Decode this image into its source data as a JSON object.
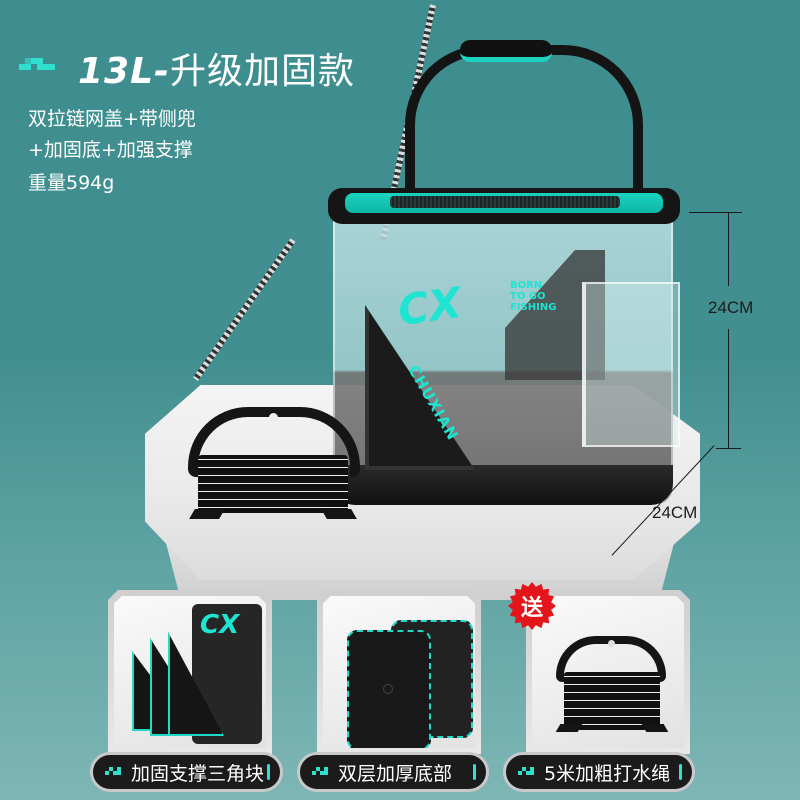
{
  "header": {
    "title_bold": "13L-",
    "title_rest": "升级加固款",
    "features": [
      "双拉链网盖+带侧兜",
      "+加固底+加强支撑",
      "重量594g"
    ]
  },
  "dimensions": {
    "height_label": "24CM",
    "depth_label": "24CM"
  },
  "product": {
    "brand_mark": "CX",
    "brand_name": "CHUXIAN",
    "slogan": [
      "BORN",
      "TO GO",
      "FISHING"
    ]
  },
  "cards": [
    {
      "label": "加固支撑三角块",
      "icon": "triangle-support-icon"
    },
    {
      "label": "双层加厚底部",
      "icon": "double-bottom-icon"
    },
    {
      "label": "5米加粗打水绳",
      "icon": "rope-reel-icon",
      "badge": "送"
    }
  ],
  "colors": {
    "background": "#3e8e8f",
    "accent": "#1de5d1",
    "gift_badge": "#e4141b",
    "pill_bg": "#1b1b1b"
  }
}
